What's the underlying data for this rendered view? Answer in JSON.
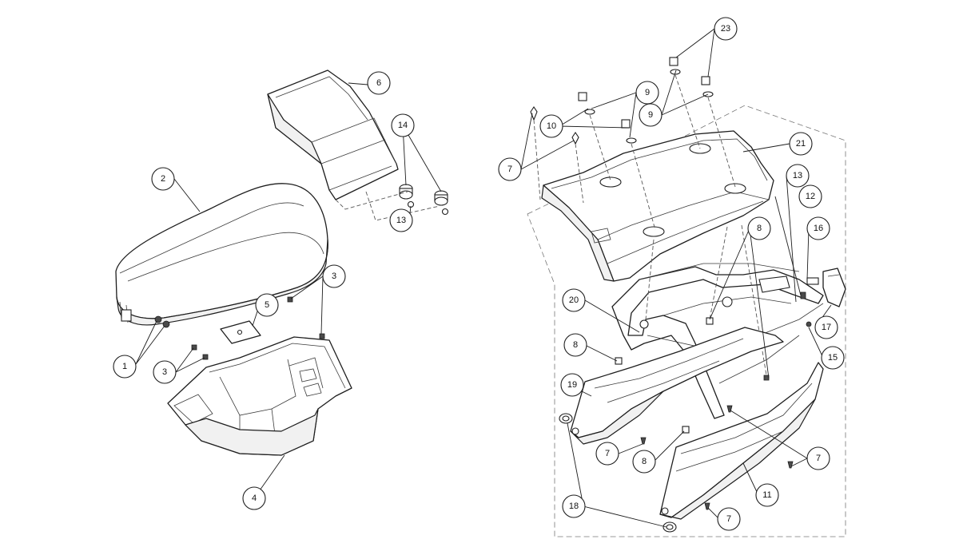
{
  "callouts": [
    {
      "id": "c1",
      "label": "1"
    },
    {
      "id": "c2",
      "label": "2"
    },
    {
      "id": "c3a",
      "label": "3"
    },
    {
      "id": "c3b",
      "label": "3"
    },
    {
      "id": "c4",
      "label": "4"
    },
    {
      "id": "c5",
      "label": "5"
    },
    {
      "id": "c6",
      "label": "6"
    },
    {
      "id": "c13a",
      "label": "13"
    },
    {
      "id": "c14",
      "label": "14"
    },
    {
      "id": "c23",
      "label": "23"
    },
    {
      "id": "c9a",
      "label": "9"
    },
    {
      "id": "c9b",
      "label": "9"
    },
    {
      "id": "c10",
      "label": "10"
    },
    {
      "id": "c7a",
      "label": "7"
    },
    {
      "id": "c21",
      "label": "21"
    },
    {
      "id": "c13b",
      "label": "13"
    },
    {
      "id": "c12",
      "label": "12"
    },
    {
      "id": "c8a",
      "label": "8"
    },
    {
      "id": "c16",
      "label": "16"
    },
    {
      "id": "c20",
      "label": "20"
    },
    {
      "id": "c17",
      "label": "17"
    },
    {
      "id": "c8b",
      "label": "8"
    },
    {
      "id": "c15",
      "label": "15"
    },
    {
      "id": "c19",
      "label": "19"
    },
    {
      "id": "c7b",
      "label": "7"
    },
    {
      "id": "c8c",
      "label": "8"
    },
    {
      "id": "c7c",
      "label": "7"
    },
    {
      "id": "c11",
      "label": "11"
    },
    {
      "id": "c18",
      "label": "18"
    },
    {
      "id": "c7d",
      "label": "7"
    }
  ]
}
